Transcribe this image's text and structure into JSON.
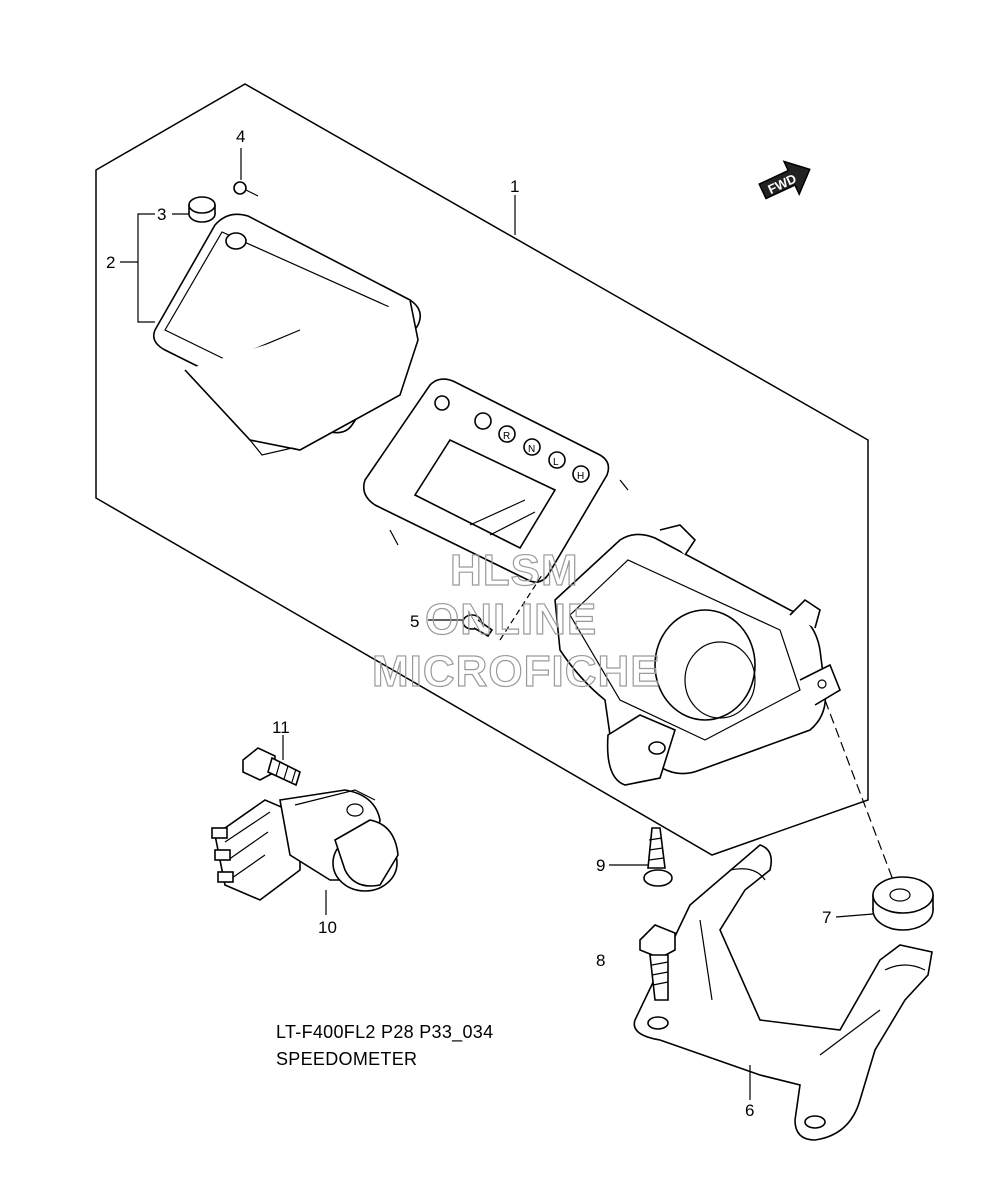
{
  "callouts": {
    "c1": "1",
    "c2": "2",
    "c3": "3",
    "c4": "4",
    "c5": "5",
    "c6": "6",
    "c7": "7",
    "c8": "8",
    "c9": "9",
    "c10": "10",
    "c11": "11"
  },
  "fwd_label": "FWD",
  "indicator_letters": [
    "R",
    "N",
    "L",
    "H"
  ],
  "watermark": [
    "HLSM",
    "ONLINE",
    "MICROFICHE"
  ],
  "caption": {
    "code": "LT-F400FL2 P28 P33_034",
    "title": "SPEEDOMETER"
  }
}
